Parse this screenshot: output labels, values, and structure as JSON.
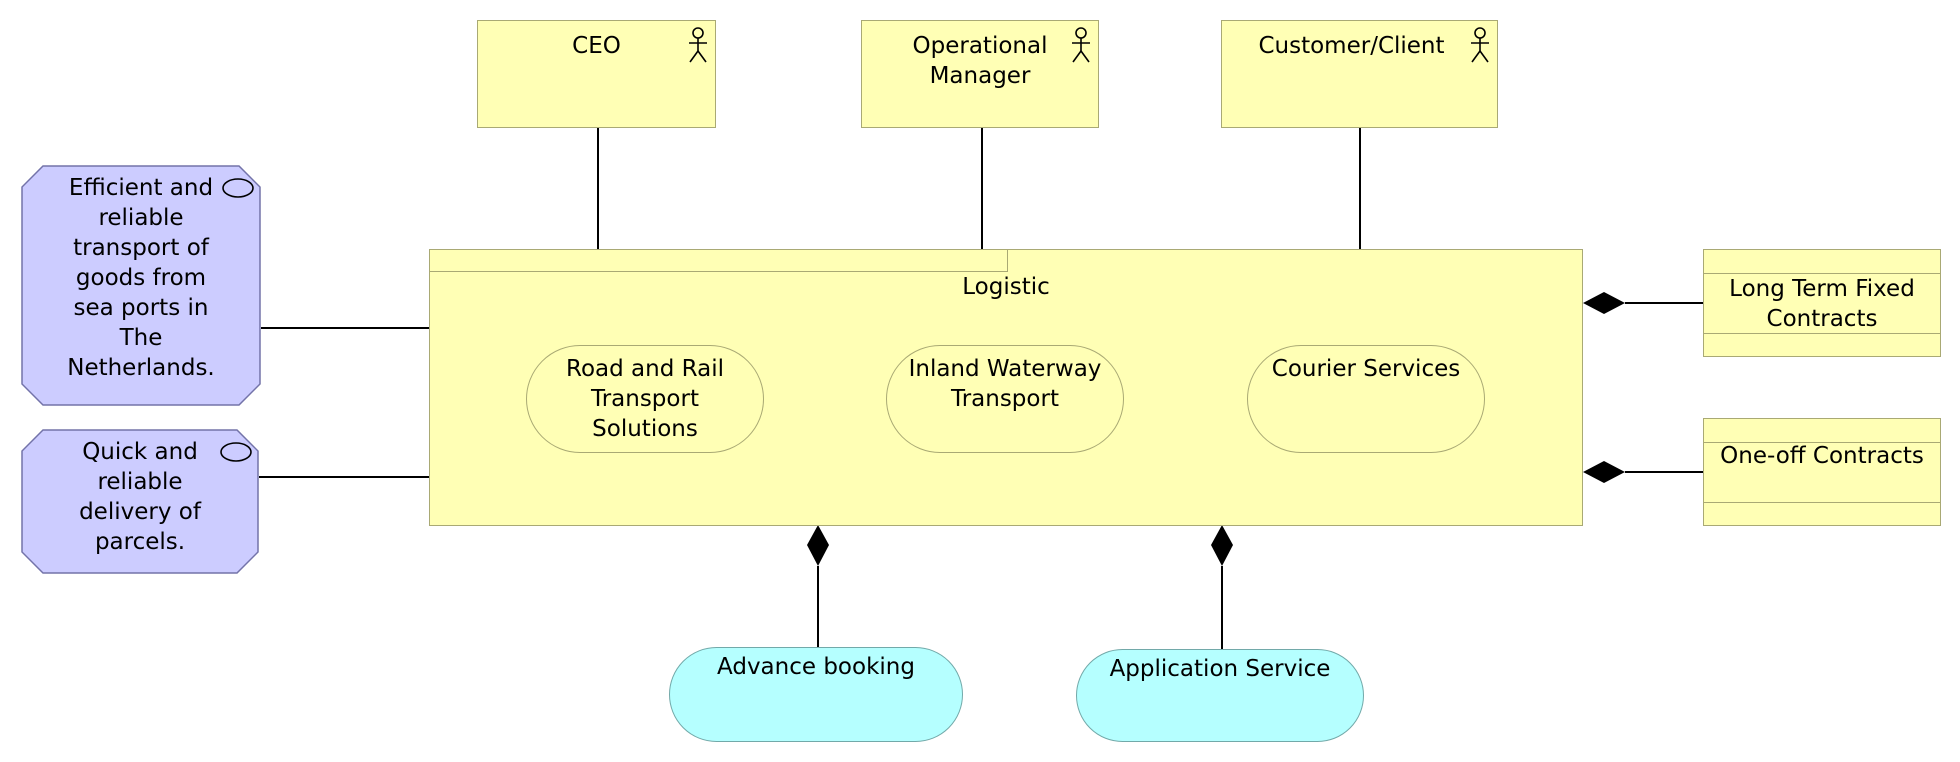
{
  "actors": [
    {
      "id": "ceo",
      "label": "CEO"
    },
    {
      "id": "operational-manager",
      "label": "Operational\nManager"
    },
    {
      "id": "customer-client",
      "label": "Customer/Client"
    }
  ],
  "goals": [
    {
      "id": "goal-efficient-transport",
      "label": "Efficient and\nreliable\ntransport of\ngoods from\nsea ports in\nThe\nNetherlands."
    },
    {
      "id": "goal-parcel-delivery",
      "label": "Quick and\nreliable\ndelivery of\nparcels."
    }
  ],
  "group": {
    "label": "Logistic"
  },
  "services": [
    {
      "id": "road-rail",
      "label": "Road and Rail\nTransport\nSolutions"
    },
    {
      "id": "inland-waterway",
      "label": "Inland Waterway\nTransport"
    },
    {
      "id": "courier",
      "label": "Courier Services"
    }
  ],
  "contracts": [
    {
      "id": "long-term",
      "label": "Long Term Fixed\nContracts"
    },
    {
      "id": "one-off",
      "label": "One-off Contracts"
    }
  ],
  "app_services": [
    {
      "id": "advance-booking",
      "label": "Advance booking"
    },
    {
      "id": "application-service",
      "label": "Application Service"
    }
  ],
  "colors": {
    "business_fill": "#ffffb5",
    "business_border": "#a9a974",
    "motivation_fill": "#ccccff",
    "motivation_border": "#7373a9",
    "application_fill": "#b5ffff",
    "application_border": "#72a9a9",
    "connector": "#000000"
  },
  "icons": {
    "actor": "stick-figure-icon",
    "goal": "ellipse-icon",
    "composition": "filled-diamond"
  }
}
